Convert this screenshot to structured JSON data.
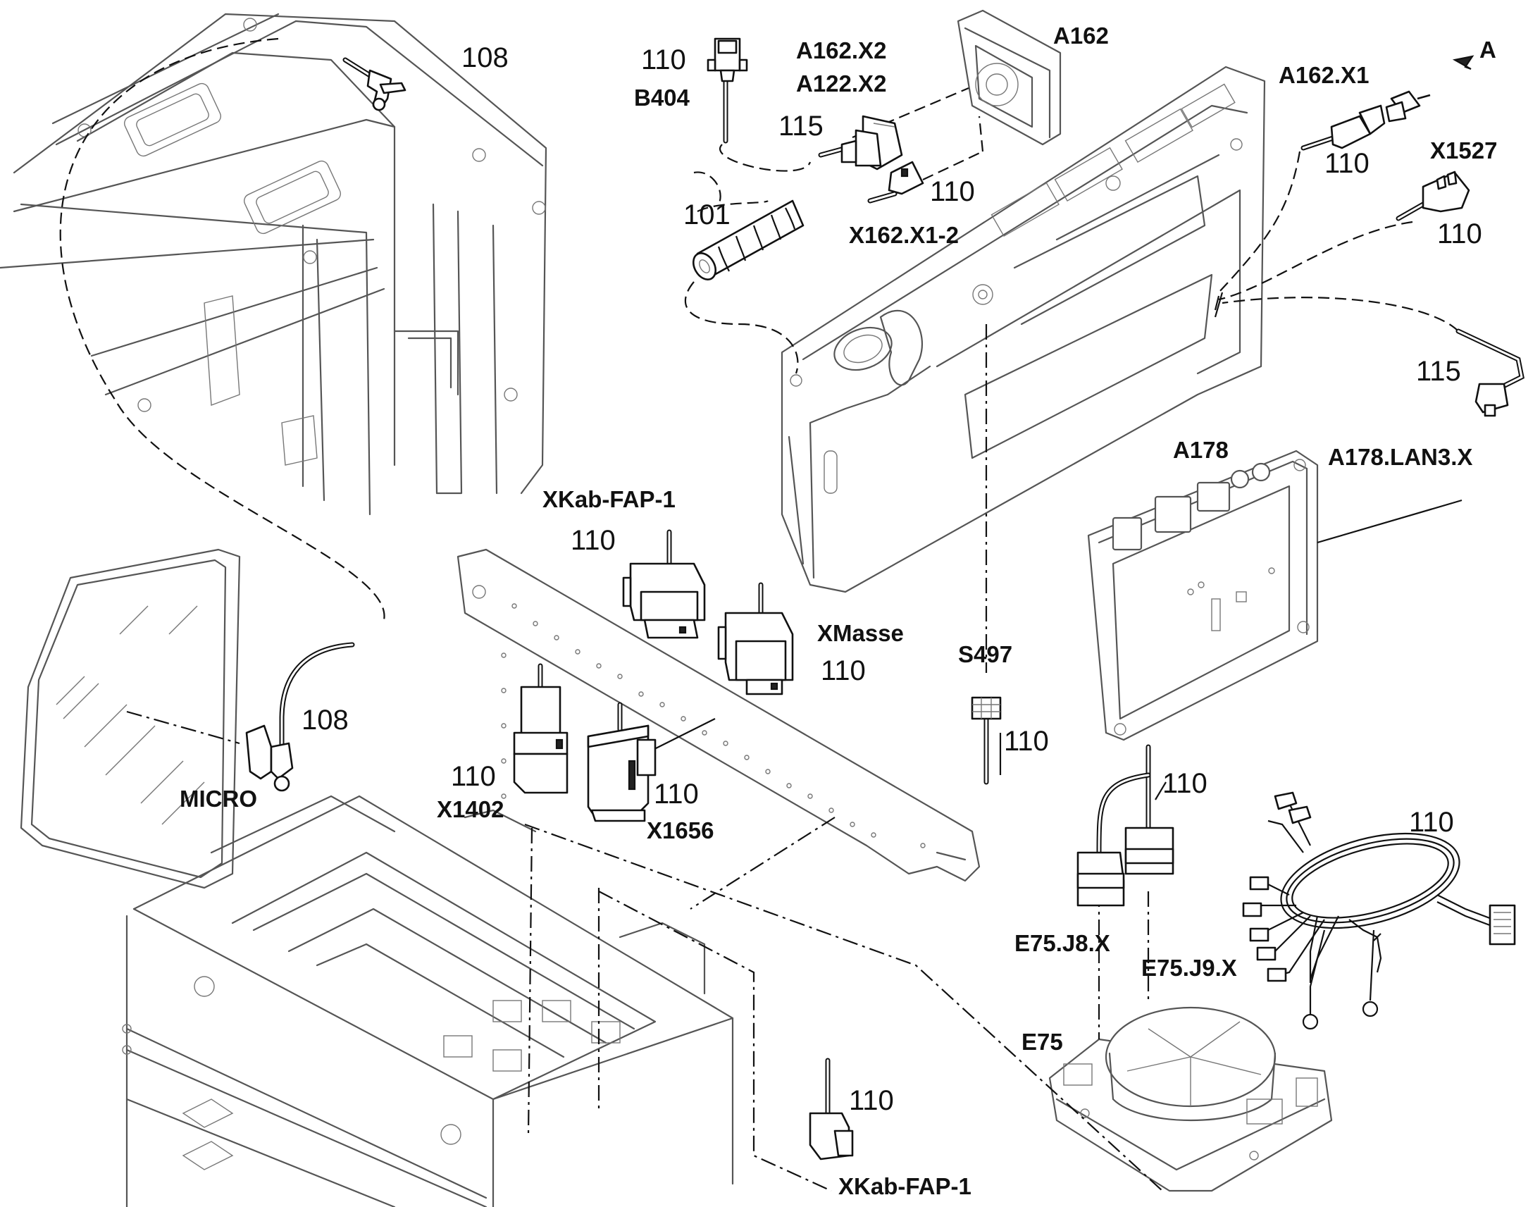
{
  "labels": {
    "item_108_top": "108",
    "item_110_b404": "110",
    "b404": "B404",
    "a162_x2": "A162.X2",
    "a122_x2": "A122.X2",
    "a162": "A162",
    "item_115_top": "115",
    "item_101": "101",
    "item_110_x162": "110",
    "x162_x1_2": "X162.X1-2",
    "view_a": "A",
    "a162_x1": "A162.X1",
    "item_110_a162x1": "110",
    "x1527": "X1527",
    "item_110_x1527": "110",
    "item_115_right": "115",
    "a178": "A178",
    "a178_lan3_x": "A178.LAN3.X",
    "xkab_fap_1_top": "XKab-FAP-1",
    "item_110_xkab_top": "110",
    "xmasse": "XMasse",
    "item_110_xmasse": "110",
    "s497": "S497",
    "item_110_s497": "110",
    "item_108_micro": "108",
    "micro": "MICRO",
    "item_110_x1402": "110",
    "x1402": "X1402",
    "item_110_x1656": "110",
    "x1656": "X1656",
    "item_110_e75": "110",
    "item_110_harness": "110",
    "e75_j8_x": "E75.J8.X",
    "e75_j9_x": "E75.J9.X",
    "e75": "E75",
    "item_110_xkab_bottom": "110",
    "xkab_fap_1_bottom": "XKab-FAP-1"
  },
  "icons": {
    "view_arrow": "arrow-left-icon"
  }
}
